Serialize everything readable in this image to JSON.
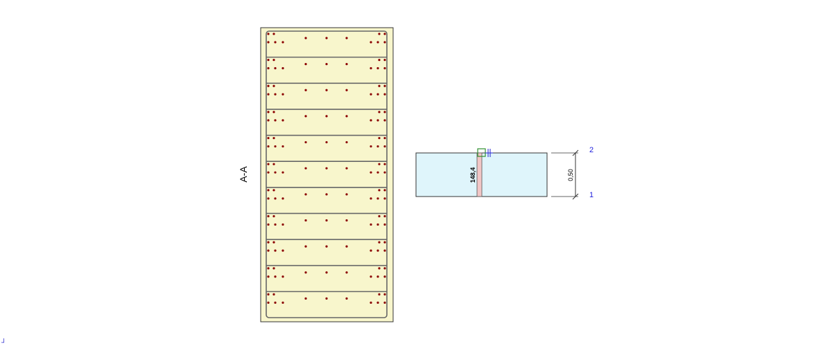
{
  "section": {
    "title": "A-A",
    "rows": 11,
    "colors": {
      "fill": "#f8f6cc",
      "outline": "#333333",
      "stirrup": "#666666",
      "bar": "#8b0000"
    }
  },
  "elevation": {
    "dimension_value": "0,50",
    "level_top": "2",
    "level_bottom": "1",
    "annotation": "148,4",
    "colors": {
      "fill": "#dff5fb",
      "outline": "#333333",
      "strip": "#f2c6c6",
      "marker": "#2f8f2f",
      "level_text": "#1a1adc"
    }
  },
  "corner_mark": "┘"
}
